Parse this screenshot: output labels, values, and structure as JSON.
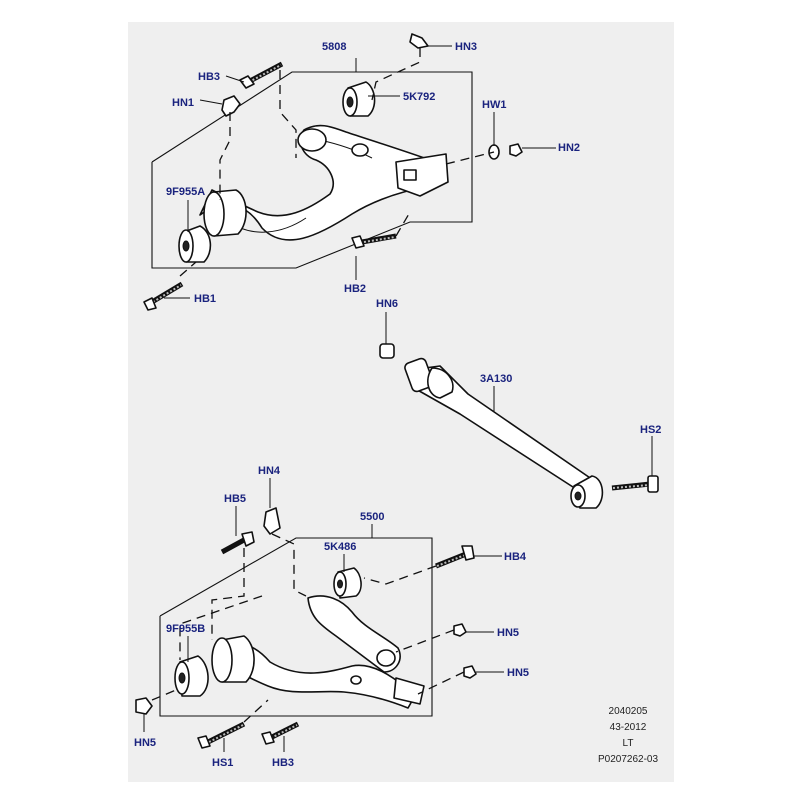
{
  "colors": {
    "callout": "#1a237e",
    "panel": "#efefef",
    "line": "#111111"
  },
  "callouts": {
    "c5808": "5808",
    "hn3": "HN3",
    "hb3_top": "HB3",
    "hn1": "HN1",
    "k792": "5K792",
    "hw1": "HW1",
    "hn2": "HN2",
    "f955a": "9F955A",
    "hb2": "HB2",
    "hb1": "HB1",
    "hn6": "HN6",
    "a130": "3A130",
    "hs2": "HS2",
    "hn4": "HN4",
    "hb5": "HB5",
    "c5500": "5500",
    "k486": "5K486",
    "hb4": "HB4",
    "f955b": "9F955B",
    "hn5_right_upper": "HN5",
    "hn5_right_lower": "HN5",
    "hn5_left": "HN5",
    "hs1": "HS1",
    "hb3_bottom": "HB3"
  },
  "reference": {
    "line1": "2040205",
    "line2": "43-2012",
    "line3": "LT",
    "line4": "P0207262-03"
  }
}
